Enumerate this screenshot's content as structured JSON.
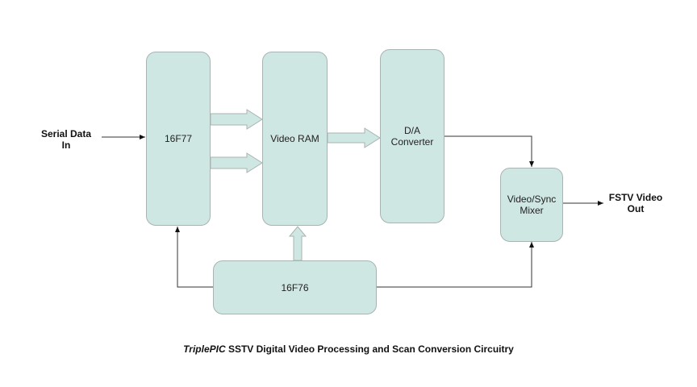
{
  "diagram": {
    "blocks": {
      "pic_16f77": "16F77",
      "video_ram": "Video RAM",
      "da_converter": "D/A\nConverter",
      "mixer": "Video/Sync\nMixer",
      "pic_16f76": "16F76"
    },
    "inputs": {
      "serial_data": "Serial Data\nIn"
    },
    "outputs": {
      "fstv_video": "FSTV Video\nOut"
    },
    "caption": {
      "italic": "TriplePIC",
      "rest": " SSTV Digital Video Processing and Scan Conversion Circuitry"
    },
    "colors": {
      "block_fill": "#cfe7e3",
      "block_border": "#a9b3b1",
      "line": "#333333"
    }
  }
}
